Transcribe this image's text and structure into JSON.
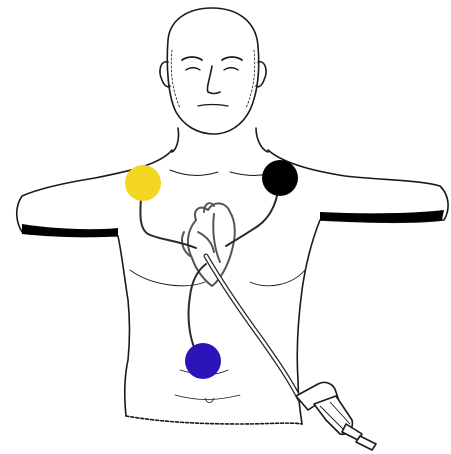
{
  "diagram": {
    "electrodes": [
      {
        "id": "right-arm",
        "color": "#f2d620"
      },
      {
        "id": "left-arm",
        "color": "#000000"
      },
      {
        "id": "left-leg",
        "color": "#2b14b8"
      }
    ],
    "colors": {
      "sketch_stroke": "#1a1a1a",
      "heart_stroke": "#555555",
      "lead_wire": "#2a2a2a",
      "shadow": "#000000",
      "background": "#ffffff"
    }
  }
}
